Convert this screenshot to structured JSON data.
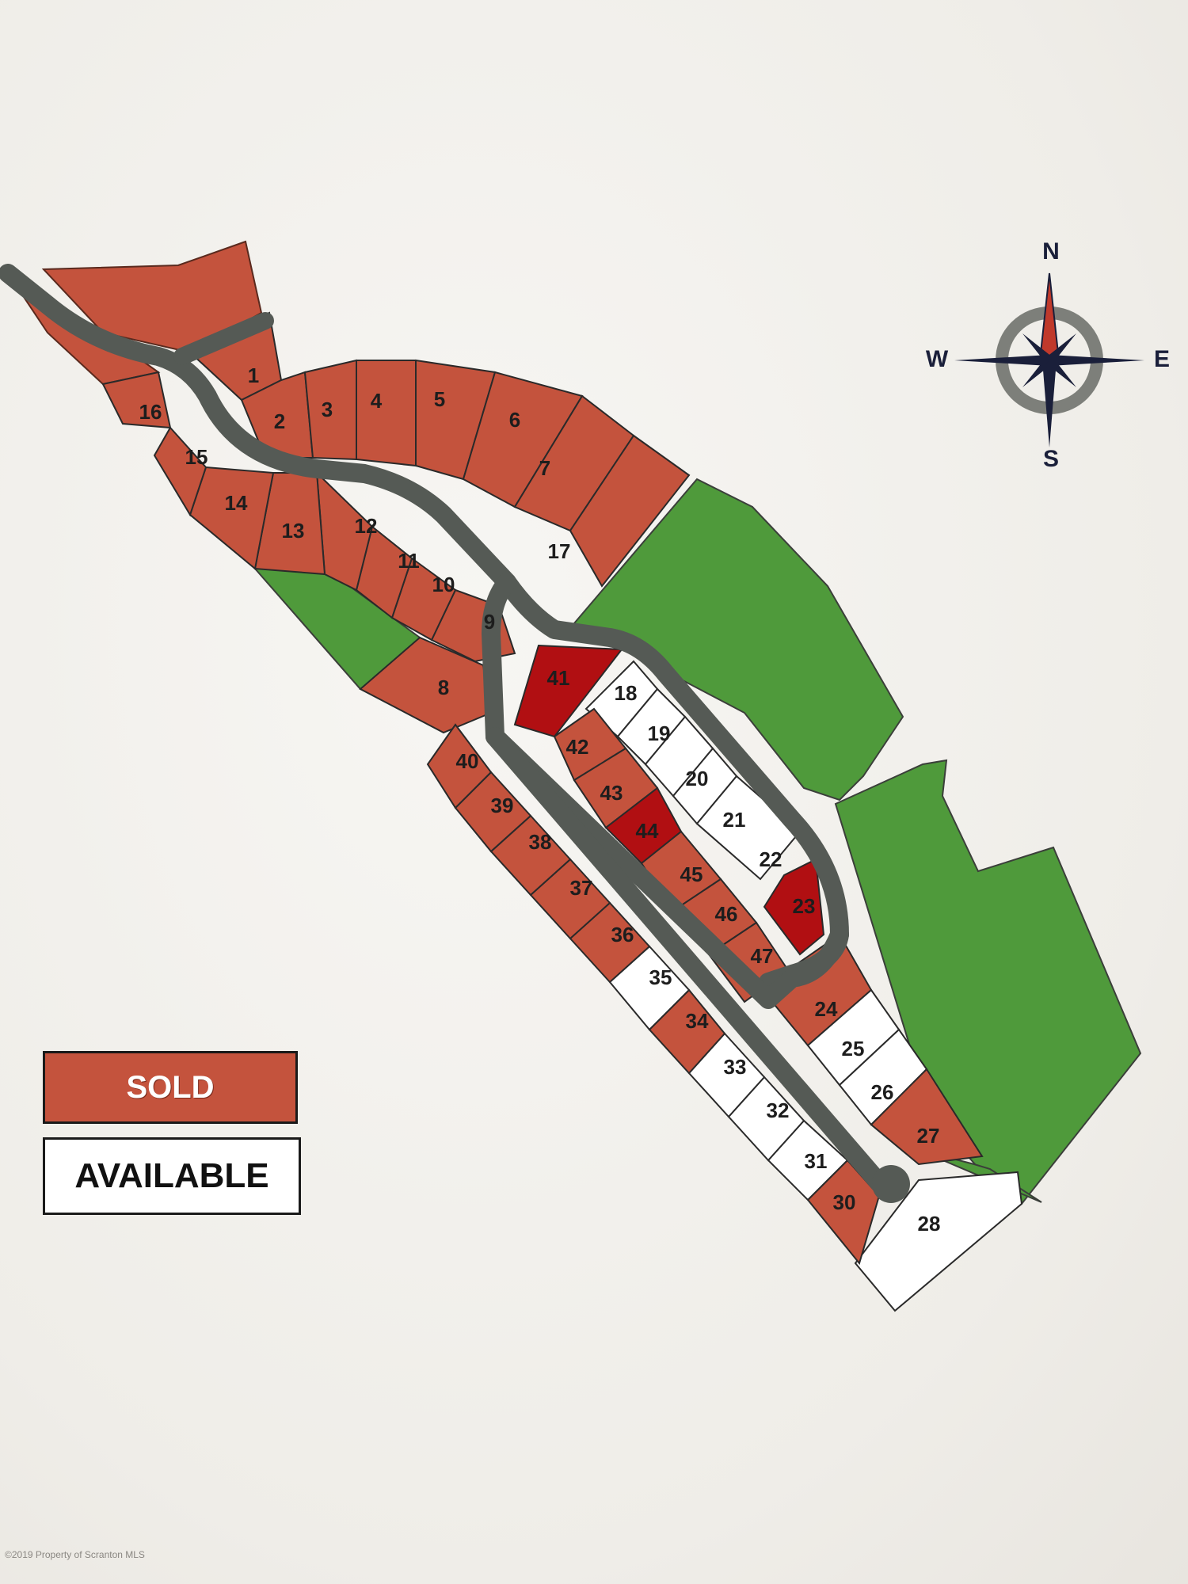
{
  "legend": {
    "sold_label": "SOLD",
    "available_label": "AVAILABLE"
  },
  "compass": {
    "north": "N",
    "south": "S",
    "east": "E",
    "west": "W"
  },
  "watermark": "©2019 Property of Scranton MLS",
  "colors": {
    "sold": "#c4533d",
    "sold_highlight": "#b10f12",
    "available": "#ffffff",
    "open_space": "#4f9a3b",
    "road": "#555a55"
  },
  "lots": [
    {
      "number": "1",
      "status": "sold"
    },
    {
      "number": "2",
      "status": "sold"
    },
    {
      "number": "3",
      "status": "sold"
    },
    {
      "number": "4",
      "status": "sold"
    },
    {
      "number": "5",
      "status": "sold"
    },
    {
      "number": "6",
      "status": "sold"
    },
    {
      "number": "7",
      "status": "sold"
    },
    {
      "number": "8",
      "status": "sold"
    },
    {
      "number": "9",
      "status": "sold"
    },
    {
      "number": "10",
      "status": "sold"
    },
    {
      "number": "11",
      "status": "sold"
    },
    {
      "number": "12",
      "status": "sold"
    },
    {
      "number": "13",
      "status": "sold"
    },
    {
      "number": "14",
      "status": "sold"
    },
    {
      "number": "15",
      "status": "sold"
    },
    {
      "number": "16",
      "status": "sold"
    },
    {
      "number": "17",
      "status": "sold"
    },
    {
      "number": "18",
      "status": "available"
    },
    {
      "number": "19",
      "status": "available"
    },
    {
      "number": "20",
      "status": "available"
    },
    {
      "number": "21",
      "status": "available"
    },
    {
      "number": "22",
      "status": "available"
    },
    {
      "number": "23",
      "status": "sold-highlight"
    },
    {
      "number": "24",
      "status": "sold"
    },
    {
      "number": "25",
      "status": "available"
    },
    {
      "number": "26",
      "status": "available"
    },
    {
      "number": "27",
      "status": "sold"
    },
    {
      "number": "28",
      "status": "available"
    },
    {
      "number": "30",
      "status": "sold"
    },
    {
      "number": "31",
      "status": "available"
    },
    {
      "number": "32",
      "status": "available"
    },
    {
      "number": "33",
      "status": "available"
    },
    {
      "number": "34",
      "status": "sold"
    },
    {
      "number": "35",
      "status": "available"
    },
    {
      "number": "36",
      "status": "sold"
    },
    {
      "number": "37",
      "status": "sold"
    },
    {
      "number": "38",
      "status": "sold"
    },
    {
      "number": "39",
      "status": "sold"
    },
    {
      "number": "40",
      "status": "sold"
    },
    {
      "number": "41",
      "status": "sold-highlight"
    },
    {
      "number": "42",
      "status": "sold"
    },
    {
      "number": "43",
      "status": "sold"
    },
    {
      "number": "44",
      "status": "sold-highlight"
    },
    {
      "number": "45",
      "status": "sold"
    },
    {
      "number": "46",
      "status": "sold"
    },
    {
      "number": "47",
      "status": "sold"
    }
  ]
}
